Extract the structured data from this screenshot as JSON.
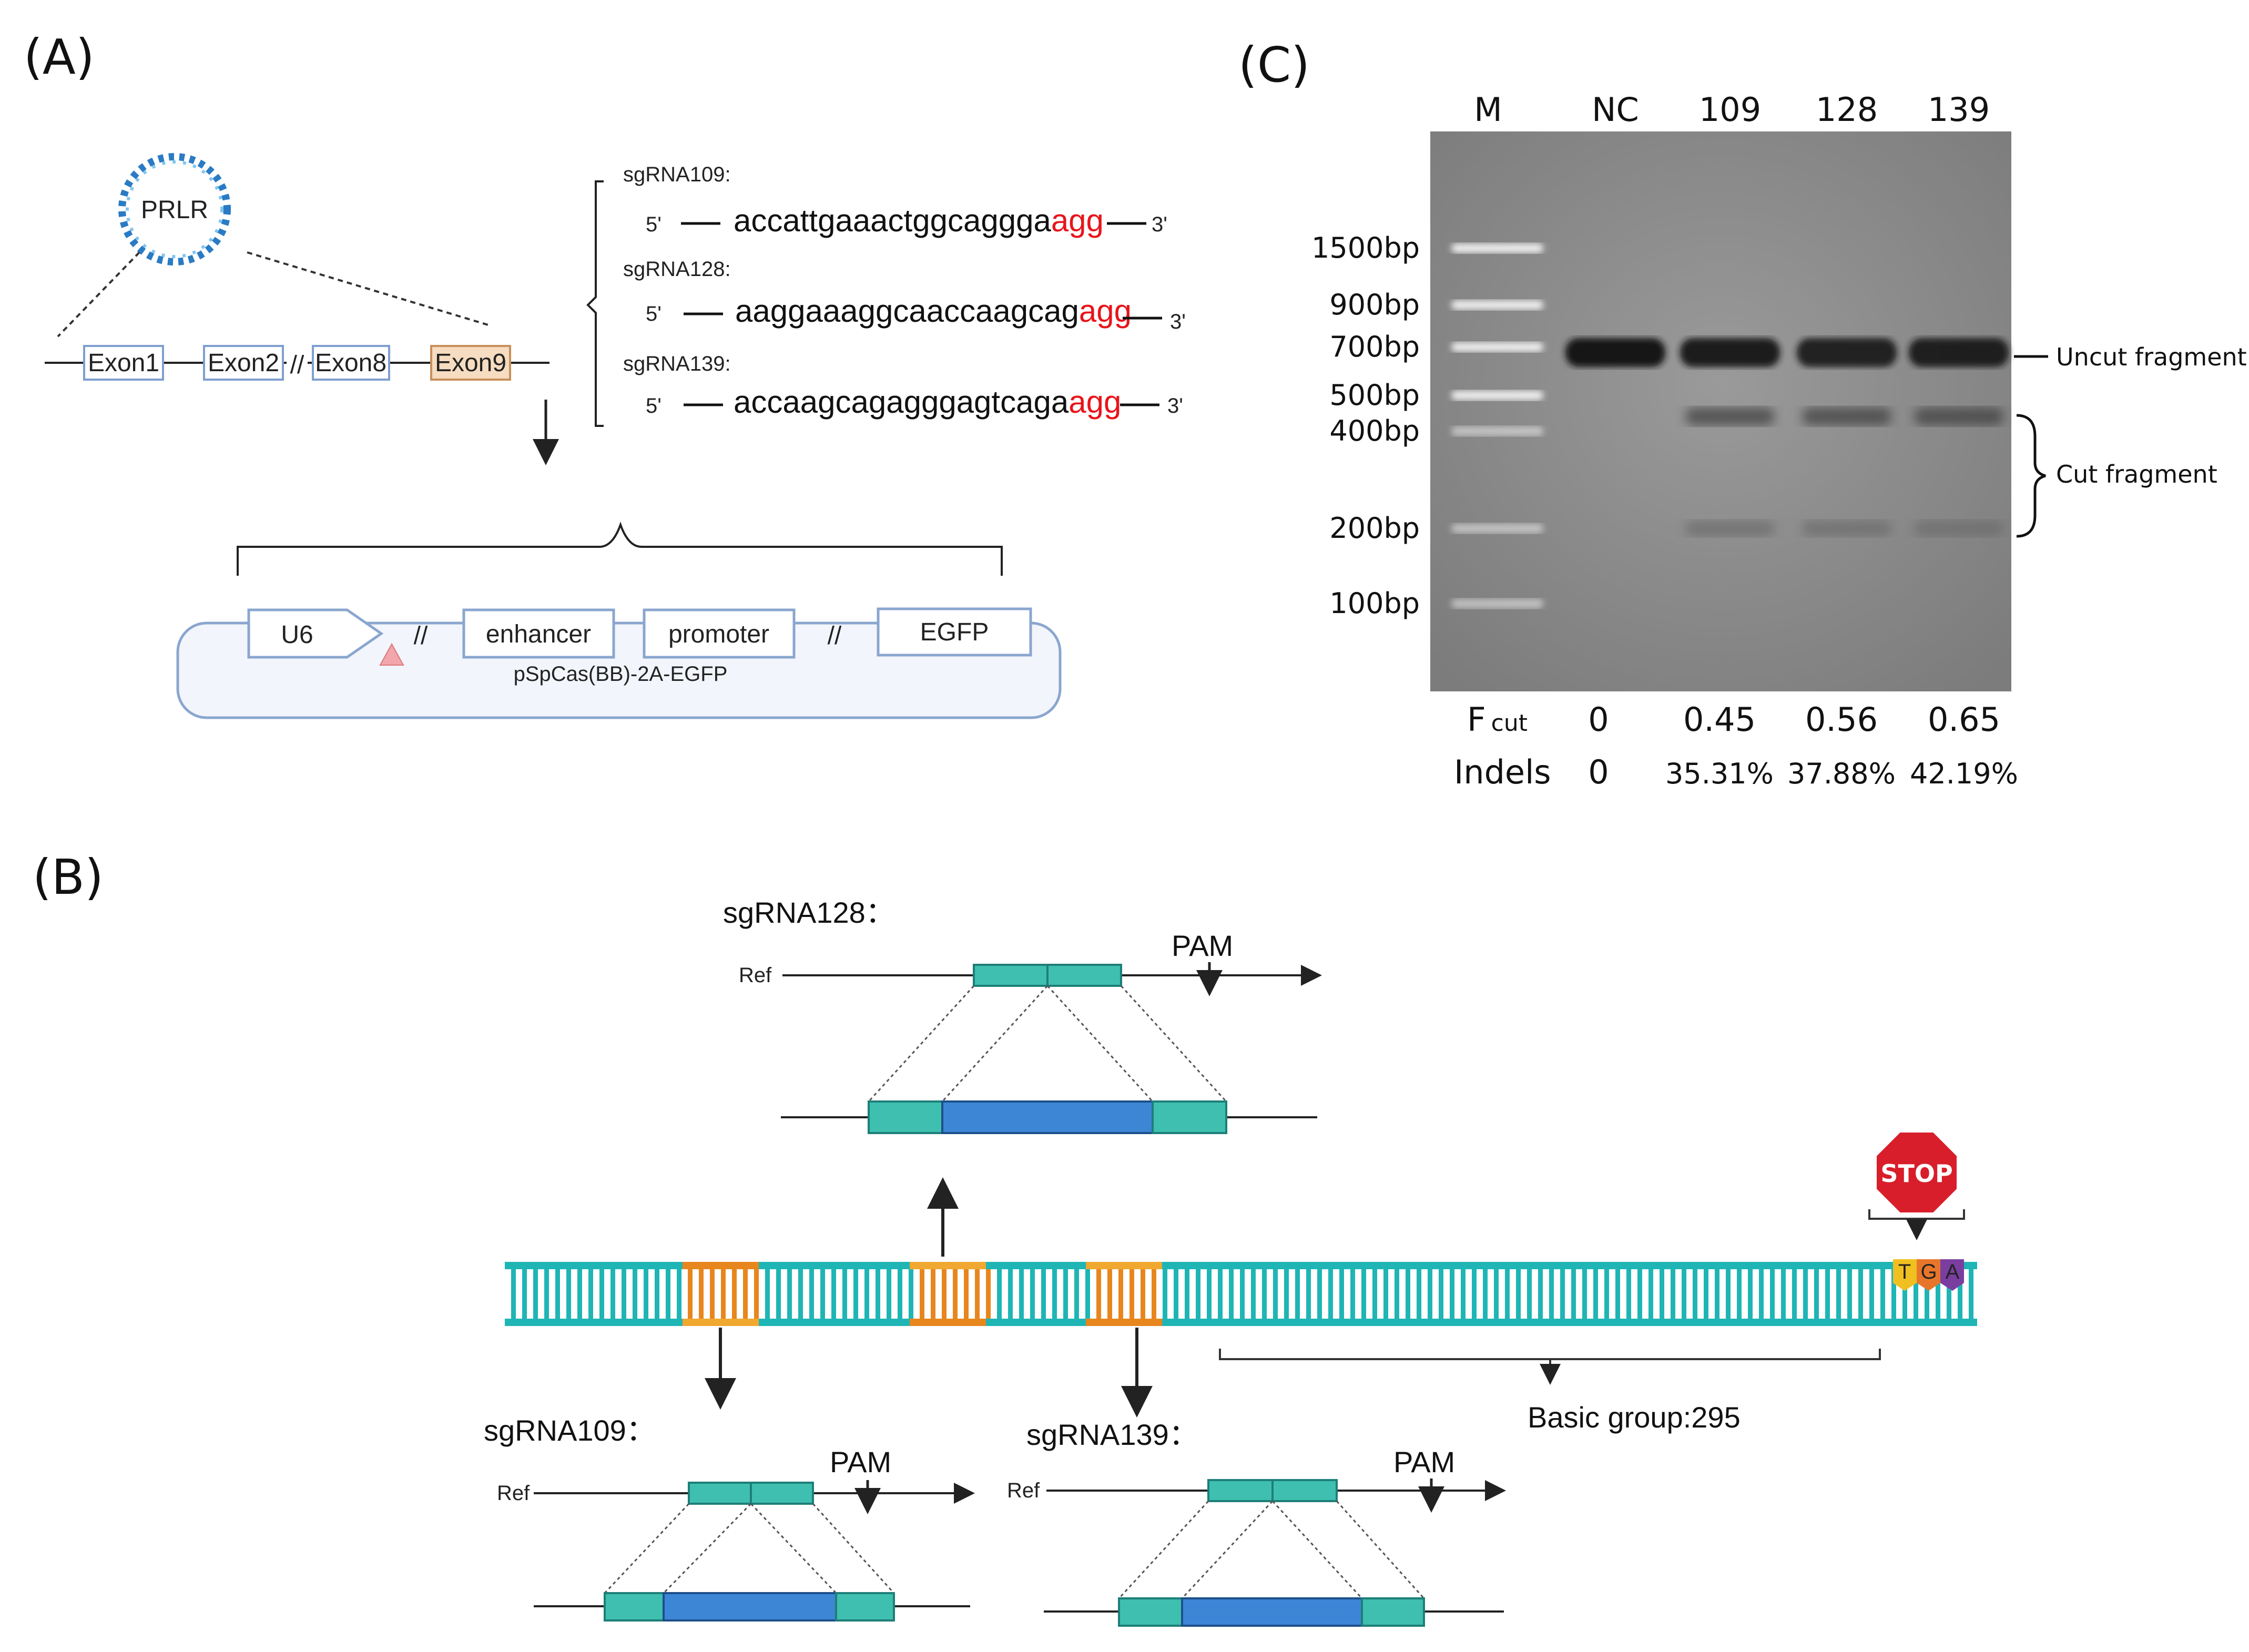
{
  "panel_labels": {
    "a": "(A)",
    "b": "(B)",
    "c": "(C)"
  },
  "panel_a": {
    "plasmid_label": "PRLR",
    "exons": [
      "Exon1",
      "Exon2",
      "Exon8",
      "Exon9"
    ],
    "break_mark": "//",
    "sgrnas": [
      {
        "name": "sgRNA109:",
        "five": "5'",
        "seq": "accattgaaactggcaggga",
        "pam": "agg",
        "three": "3'"
      },
      {
        "name": "sgRNA128:",
        "five": "5'",
        "seq": "aaggaaaggcaaccaagcag",
        "pam": "agg",
        "three": "3'"
      },
      {
        "name": "sgRNA139:",
        "five": "5'",
        "seq": "accaagcagagggagtcaga",
        "pam": "agg",
        "three": "3'"
      }
    ],
    "vector": {
      "u6": "U6",
      "enhancer": "enhancer",
      "promoter": "promoter",
      "egfp": "EGFP",
      "name": "pSpCas(BB)-2A-EGFP"
    },
    "colors": {
      "pam": "#e8141b",
      "exon9_fill": "#f6dcc0",
      "exon9_stroke": "#c8905a",
      "exon_stroke": "#7e9fd0",
      "vector_fill": "#f2f5fb"
    }
  },
  "panel_c": {
    "lanes": [
      "M",
      "NC",
      "109",
      "128",
      "139"
    ],
    "ladder": [
      "1500bp",
      "900bp",
      "700bp",
      "500bp",
      "400bp",
      "200bp",
      "100bp"
    ],
    "uncut_label": "Uncut fragment",
    "cut_label": "Cut fragment",
    "fcut_label": "F cut",
    "fcut_main": "F",
    "fcut_sub": "cut",
    "fcut_values": [
      "0",
      "0.45",
      "0.56",
      "0.65"
    ],
    "indels_label": "Indels",
    "indels_values": [
      "0",
      "35.31%",
      "37.88%",
      "42.19%"
    ]
  },
  "panel_b": {
    "sgrna128_title": "sgRNA128：",
    "sgrna109_title": "sgRNA109：",
    "sgrna139_title": "sgRNA139：",
    "ref_label": "Ref",
    "pam_label": "PAM",
    "stop_label": "STOP",
    "basic_group": "Basic group:295",
    "codon": [
      "T",
      "G",
      "A"
    ],
    "colors": {
      "strand": "#1fb5b5",
      "site": "#e8861e",
      "insert": "#3d86d6",
      "flank": "#3fbfb0"
    }
  }
}
